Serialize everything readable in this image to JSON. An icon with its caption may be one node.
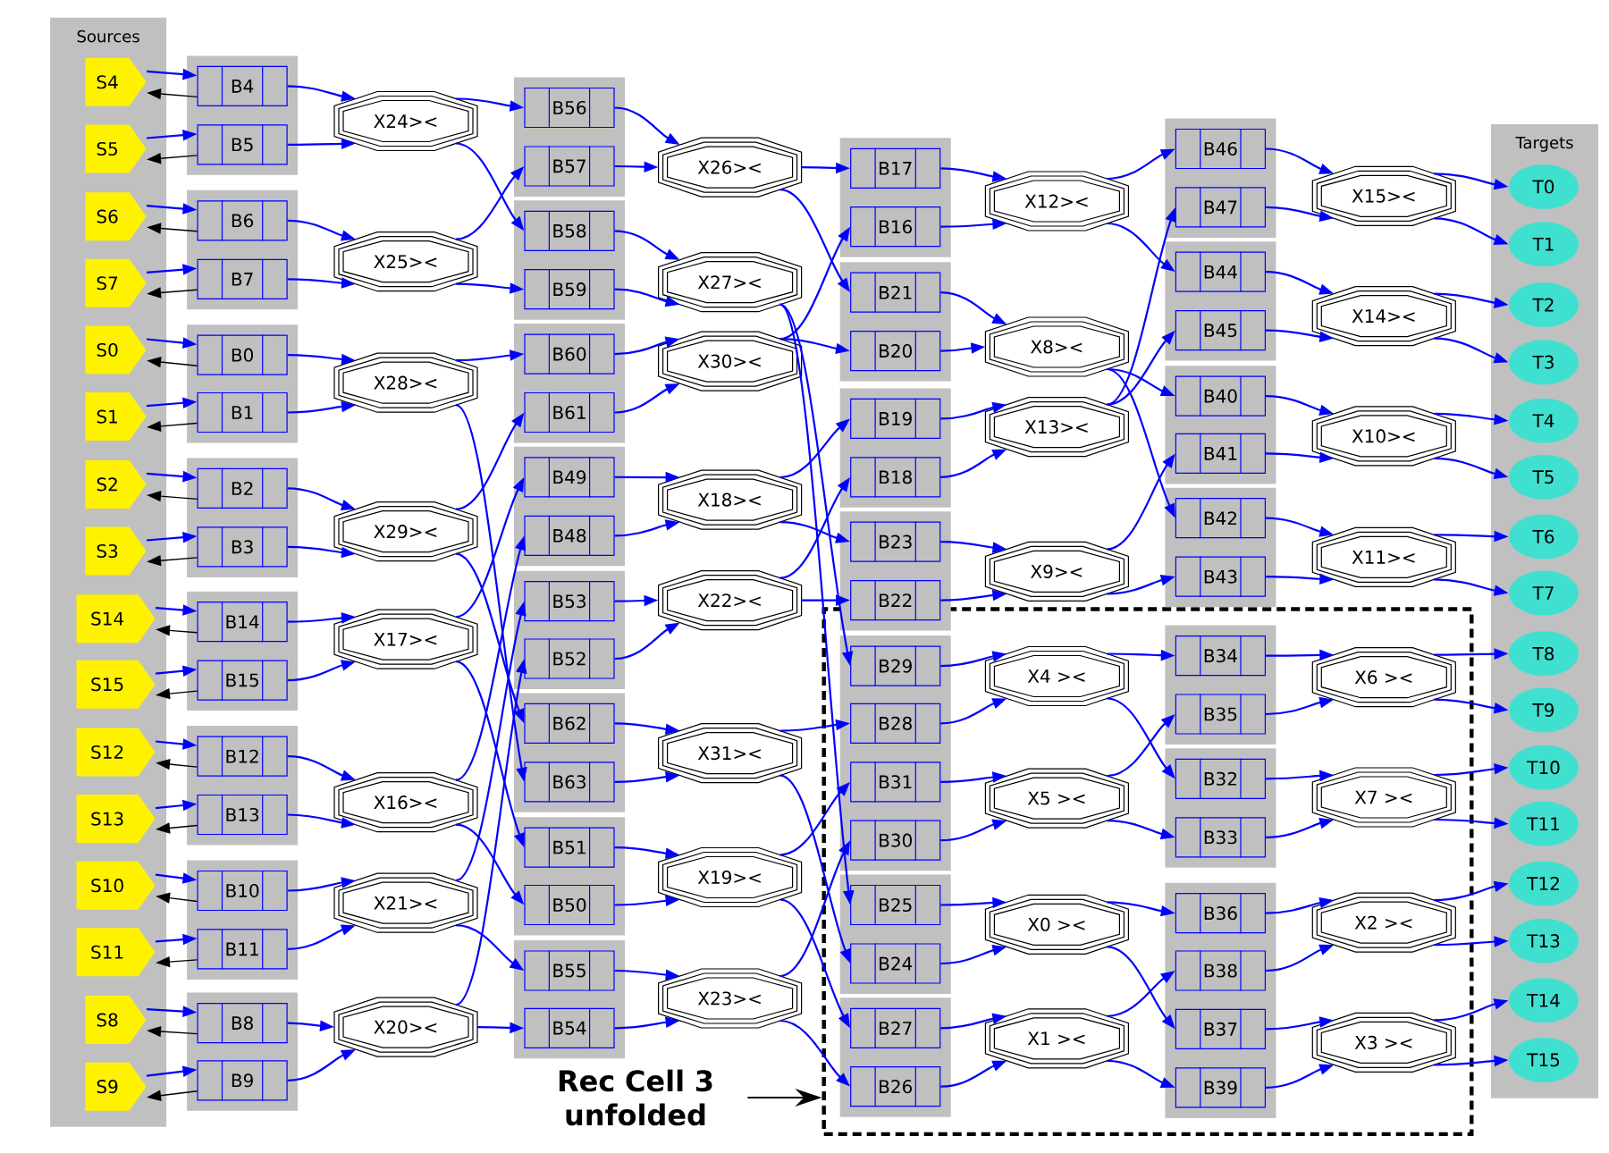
{
  "diagram": {
    "nodes": [
      {
        "text": [
          "Sources"
        ]
      },
      {
        "text": [
          "S4"
        ],
        "in": 0
      },
      {
        "text": [
          "S5"
        ],
        "in": 0
      },
      {
        "text": [
          "S6"
        ],
        "in": 0
      },
      {
        "text": [
          "S7"
        ],
        "in": 0
      },
      {
        "text": [
          "S0"
        ],
        "in": 0
      },
      {
        "text": [
          "S1"
        ],
        "in": 0
      },
      {
        "text": [
          "S2"
        ],
        "in": 0
      },
      {
        "text": [
          "S3"
        ],
        "in": 0
      },
      {
        "text": [
          "S14"
        ],
        "in": 0
      },
      {
        "text": [
          "S15"
        ],
        "in": 0
      },
      {
        "text": [
          "S12"
        ],
        "in": 0
      },
      {
        "text": [
          "S13"
        ],
        "in": 0
      },
      {
        "text": [
          "S10"
        ],
        "in": 0
      },
      {
        "text": [
          "S11"
        ],
        "in": 0
      },
      {
        "text": [
          "S8"
        ],
        "in": 0
      },
      {
        "text": [
          "S9"
        ],
        "in": 0
      },
      {
        "text": [],
        "shape": "box"
      },
      {
        "text": [
          "B4"
        ],
        "in": 17
      },
      {
        "text": [
          "B5"
        ],
        "in": 17
      },
      {
        "text": [],
        "shape": "box"
      },
      {
        "text": [
          "B6"
        ],
        "in": 20
      },
      {
        "text": [
          "B7"
        ],
        "in": 20
      },
      {
        "text": [],
        "shape": "box"
      },
      {
        "text": [
          "B0"
        ],
        "in": 23
      },
      {
        "text": [
          "B1"
        ],
        "in": 23
      },
      {
        "text": [],
        "shape": "box"
      },
      {
        "text": [
          "B2"
        ],
        "in": 26
      },
      {
        "text": [
          "B3"
        ],
        "in": 26
      },
      {
        "text": [],
        "shape": "box"
      },
      {
        "text": [
          "B14"
        ],
        "in": 29
      },
      {
        "text": [
          "B15"
        ],
        "in": 29
      },
      {
        "text": [],
        "shape": "box"
      },
      {
        "text": [
          "B12"
        ],
        "in": 32
      },
      {
        "text": [
          "B13"
        ],
        "in": 32
      },
      {
        "text": [],
        "shape": "box"
      },
      {
        "text": [
          "B10"
        ],
        "in": 35
      },
      {
        "text": [
          "B11"
        ],
        "in": 35
      },
      {
        "text": [],
        "shape": "box"
      },
      {
        "text": [
          "B8"
        ],
        "in": 38
      },
      {
        "text": [
          "B9"
        ],
        "in": 38
      },
      {
        "text": [
          "X24><"
        ]
      },
      {
        "text": [
          "X25><"
        ]
      },
      {
        "text": [
          "X28><"
        ]
      },
      {
        "text": [
          "X29><"
        ]
      },
      {
        "text": [
          "X17><"
        ]
      },
      {
        "text": [
          "X16><"
        ]
      },
      {
        "text": [
          "X21><"
        ]
      },
      {
        "text": [
          "X20><"
        ]
      },
      {
        "text": [],
        "shape": "box"
      },
      {
        "text": [
          "B56"
        ],
        "in": 49
      },
      {
        "text": [
          "B57"
        ],
        "in": 49
      },
      {
        "text": [],
        "shape": "box"
      },
      {
        "text": [
          "B58"
        ],
        "in": 52
      },
      {
        "text": [
          "B59"
        ],
        "in": 52
      },
      {
        "text": [],
        "shape": "box"
      },
      {
        "text": [
          "B60"
        ],
        "in": 55
      },
      {
        "text": [
          "B61"
        ],
        "in": 55
      },
      {
        "text": [],
        "shape": "box"
      },
      {
        "text": [
          "B49"
        ],
        "in": 58
      },
      {
        "text": [
          "B48"
        ],
        "in": 58
      },
      {
        "text": [],
        "shape": "box"
      },
      {
        "text": [
          "B53"
        ],
        "in": 61
      },
      {
        "text": [
          "B52"
        ],
        "in": 61
      },
      {
        "text": [],
        "shape": "box"
      },
      {
        "text": [
          "B62"
        ],
        "in": 64
      },
      {
        "text": [
          "B63"
        ],
        "in": 64
      },
      {
        "text": [],
        "shape": "box"
      },
      {
        "text": [
          "B51"
        ],
        "in": 67
      },
      {
        "text": [
          "B50"
        ],
        "in": 67
      },
      {
        "text": [],
        "shape": "box"
      },
      {
        "text": [
          "B55"
        ],
        "in": 70
      },
      {
        "text": [
          "B54"
        ],
        "in": 70
      },
      {
        "text": [
          "X26><"
        ]
      },
      {
        "text": [
          "X27><"
        ]
      },
      {
        "text": [
          "X30><"
        ]
      },
      {
        "text": [
          "X18><"
        ]
      },
      {
        "text": [
          "X22><"
        ]
      },
      {
        "text": [
          "X31><"
        ]
      },
      {
        "text": [
          "X19><"
        ]
      },
      {
        "text": [
          "X23><"
        ]
      },
      {
        "text": [],
        "shape": "frame"
      },
      {
        "text": [],
        "shape": "box"
      },
      {
        "text": [
          "B17"
        ],
        "in": 82
      },
      {
        "text": [
          "B16"
        ],
        "in": 82
      },
      {
        "text": [],
        "shape": "box"
      },
      {
        "text": [
          "B21"
        ],
        "in": 85
      },
      {
        "text": [
          "B20"
        ],
        "in": 85
      },
      {
        "text": [],
        "shape": "box"
      },
      {
        "text": [
          "B19"
        ],
        "in": 88
      },
      {
        "text": [
          "B18"
        ],
        "in": 88
      },
      {
        "text": [],
        "shape": "box"
      },
      {
        "text": [
          "B23"
        ],
        "in": 91
      },
      {
        "text": [
          "B22"
        ],
        "in": 91
      },
      {
        "text": [],
        "shape": "box",
        "in": 81
      },
      {
        "text": [
          "B29"
        ],
        "in": 94
      },
      {
        "text": [
          "B28"
        ],
        "in": 94
      },
      {
        "text": [
          "B31"
        ],
        "in": 94
      },
      {
        "text": [
          "B30"
        ],
        "in": 94
      },
      {
        "text": [],
        "shape": "box",
        "in": 81
      },
      {
        "text": [
          "B25"
        ],
        "in": 99
      },
      {
        "text": [
          "B24"
        ],
        "in": 99
      },
      {
        "text": [],
        "shape": "box",
        "in": 81
      },
      {
        "text": [
          "B27"
        ],
        "in": 102
      },
      {
        "text": [
          "B26"
        ],
        "in": 102
      },
      {
        "text": [
          "X12><"
        ]
      },
      {
        "text": [
          "X8><"
        ]
      },
      {
        "text": [
          "X13><"
        ]
      },
      {
        "text": [
          "X9><"
        ]
      },
      {
        "text": [
          "X4 ><"
        ],
        "in": 81
      },
      {
        "text": [
          "X5 ><"
        ],
        "in": 81
      },
      {
        "text": [
          "X0 ><"
        ],
        "in": 81
      },
      {
        "text": [
          "X1 ><"
        ],
        "in": 81
      },
      {
        "text": [],
        "shape": "box"
      },
      {
        "text": [
          "B46"
        ],
        "in": 113
      },
      {
        "text": [
          "B47"
        ],
        "in": 113
      },
      {
        "text": [],
        "shape": "box"
      },
      {
        "text": [
          "B44"
        ],
        "in": 116
      },
      {
        "text": [
          "B45"
        ],
        "in": 116
      },
      {
        "text": [],
        "shape": "box"
      },
      {
        "text": [
          "B40"
        ],
        "in": 119
      },
      {
        "text": [
          "B41"
        ],
        "in": 119
      },
      {
        "text": [],
        "shape": "box"
      },
      {
        "text": [
          "B42"
        ],
        "in": 122
      },
      {
        "text": [
          "B43"
        ],
        "in": 122
      },
      {
        "text": [],
        "shape": "box",
        "in": 81
      },
      {
        "text": [
          "B34"
        ],
        "in": 125
      },
      {
        "text": [
          "B35"
        ],
        "in": 125
      },
      {
        "text": [],
        "shape": "box",
        "in": 81
      },
      {
        "text": [
          "B32"
        ],
        "in": 128
      },
      {
        "text": [
          "B33"
        ],
        "in": 128
      },
      {
        "text": [],
        "shape": "box",
        "in": 81
      },
      {
        "text": [
          "B36"
        ],
        "in": 131
      },
      {
        "text": [
          "B38"
        ],
        "in": 131
      },
      {
        "text": [
          "B37"
        ],
        "in": 131
      },
      {
        "text": [
          "B39"
        ],
        "in": 131
      },
      {
        "text": [
          "X15><"
        ]
      },
      {
        "text": [
          "X14><"
        ]
      },
      {
        "text": [
          "X10><"
        ]
      },
      {
        "text": [
          "X11><"
        ]
      },
      {
        "text": [
          "X6 ><"
        ],
        "in": 81
      },
      {
        "text": [
          "X7 ><"
        ],
        "in": 81
      },
      {
        "text": [
          "X2 ><"
        ],
        "in": 81
      },
      {
        "text": [
          "X3 ><"
        ],
        "in": 81
      },
      {
        "text": [
          "Targets"
        ]
      },
      {
        "text": [
          "T0"
        ],
        "in": 144
      },
      {
        "text": [
          "T1"
        ],
        "in": 144
      },
      {
        "text": [
          "T2"
        ],
        "in": 144
      },
      {
        "text": [
          "T3"
        ],
        "in": 144
      },
      {
        "text": [
          "T4"
        ],
        "in": 144
      },
      {
        "text": [
          "T5"
        ],
        "in": 144
      },
      {
        "text": [
          "T6"
        ],
        "in": 144
      },
      {
        "text": [
          "T7"
        ],
        "in": 144
      },
      {
        "text": [
          "T8"
        ],
        "in": 144
      },
      {
        "text": [
          "T9"
        ],
        "in": 144
      },
      {
        "text": [
          "T10"
        ],
        "in": 144
      },
      {
        "text": [
          "T11"
        ],
        "in": 144
      },
      {
        "text": [
          "T12"
        ],
        "in": 144
      },
      {
        "text": [
          "T13"
        ],
        "in": 144
      },
      {
        "text": [
          "T14"
        ],
        "in": 144
      },
      {
        "text": [
          "T15"
        ],
        "in": 144
      },
      {
        "text": [
          "Rec Cell 3 unfolded"
        ]
      }
    ],
    "edges": [
      {
        "from": 1,
        "to": 18,
        "arrow": "to"
      },
      {
        "from": 18,
        "to": 1,
        "arrow": "to",
        "color": "#000000"
      },
      {
        "from": 2,
        "to": 19,
        "arrow": "to"
      },
      {
        "from": 19,
        "to": 2,
        "arrow": "to",
        "color": "#000000"
      },
      {
        "from": 3,
        "to": 21,
        "arrow": "to"
      },
      {
        "from": 21,
        "to": 3,
        "arrow": "to",
        "color": "#000000"
      },
      {
        "from": 4,
        "to": 22,
        "arrow": "to"
      },
      {
        "from": 22,
        "to": 4,
        "arrow": "to",
        "color": "#000000"
      },
      {
        "from": 5,
        "to": 24,
        "arrow": "to"
      },
      {
        "from": 24,
        "to": 5,
        "arrow": "to",
        "color": "#000000"
      },
      {
        "from": 6,
        "to": 25,
        "arrow": "to"
      },
      {
        "from": 25,
        "to": 6,
        "arrow": "to",
        "color": "#000000"
      },
      {
        "from": 7,
        "to": 27,
        "arrow": "to"
      },
      {
        "from": 27,
        "to": 7,
        "arrow": "to",
        "color": "#000000"
      },
      {
        "from": 8,
        "to": 28,
        "arrow": "to"
      },
      {
        "from": 28,
        "to": 8,
        "arrow": "to",
        "color": "#000000"
      },
      {
        "from": 9,
        "to": 30,
        "arrow": "to"
      },
      {
        "from": 30,
        "to": 9,
        "arrow": "to",
        "color": "#000000"
      },
      {
        "from": 10,
        "to": 31,
        "arrow": "to"
      },
      {
        "from": 31,
        "to": 10,
        "arrow": "to",
        "color": "#000000"
      },
      {
        "from": 11,
        "to": 33,
        "arrow": "to"
      },
      {
        "from": 33,
        "to": 11,
        "arrow": "to",
        "color": "#000000"
      },
      {
        "from": 12,
        "to": 34,
        "arrow": "to"
      },
      {
        "from": 34,
        "to": 12,
        "arrow": "to",
        "color": "#000000"
      },
      {
        "from": 13,
        "to": 36,
        "arrow": "to"
      },
      {
        "from": 36,
        "to": 13,
        "arrow": "to",
        "color": "#000000"
      },
      {
        "from": 14,
        "to": 37,
        "arrow": "to"
      },
      {
        "from": 37,
        "to": 14,
        "arrow": "to",
        "color": "#000000"
      },
      {
        "from": 15,
        "to": 39,
        "arrow": "to"
      },
      {
        "from": 39,
        "to": 15,
        "arrow": "to",
        "color": "#000000"
      },
      {
        "from": 16,
        "to": 40,
        "arrow": "to"
      },
      {
        "from": 40,
        "to": 16,
        "arrow": "to",
        "color": "#000000"
      },
      {
        "from": 18,
        "to": 41,
        "arrow": "to"
      },
      {
        "from": 19,
        "to": 41,
        "arrow": "to"
      },
      {
        "from": 21,
        "to": 42,
        "arrow": "to"
      },
      {
        "from": 22,
        "to": 42,
        "arrow": "to"
      },
      {
        "from": 24,
        "to": 43,
        "arrow": "to"
      },
      {
        "from": 25,
        "to": 43,
        "arrow": "to"
      },
      {
        "from": 27,
        "to": 44,
        "arrow": "to"
      },
      {
        "from": 28,
        "to": 44,
        "arrow": "to"
      },
      {
        "from": 30,
        "to": 45,
        "arrow": "to"
      },
      {
        "from": 31,
        "to": 45,
        "arrow": "to"
      },
      {
        "from": 33,
        "to": 46,
        "arrow": "to"
      },
      {
        "from": 34,
        "to": 46,
        "arrow": "to"
      },
      {
        "from": 36,
        "to": 47,
        "arrow": "to"
      },
      {
        "from": 37,
        "to": 47,
        "arrow": "to"
      },
      {
        "from": 39,
        "to": 48,
        "arrow": "to"
      },
      {
        "from": 40,
        "to": 48,
        "arrow": "to"
      },
      {
        "from": 41,
        "to": 50,
        "arrow": "to"
      },
      {
        "from": 41,
        "to": 53,
        "arrow": "to"
      },
      {
        "from": 42,
        "to": 51,
        "arrow": "to"
      },
      {
        "from": 42,
        "to": 54,
        "arrow": "to"
      },
      {
        "from": 43,
        "to": 56,
        "arrow": "to"
      },
      {
        "from": 43,
        "to": 66,
        "arrow": "to"
      },
      {
        "from": 44,
        "to": 57,
        "arrow": "to"
      },
      {
        "from": 44,
        "to": 65,
        "arrow": "to"
      },
      {
        "from": 45,
        "to": 59,
        "arrow": "to"
      },
      {
        "from": 45,
        "to": 68,
        "arrow": "to"
      },
      {
        "from": 46,
        "to": 60,
        "arrow": "to"
      },
      {
        "from": 46,
        "to": 69,
        "arrow": "to"
      },
      {
        "from": 47,
        "to": 62,
        "arrow": "to"
      },
      {
        "from": 47,
        "to": 71,
        "arrow": "to"
      },
      {
        "from": 48,
        "to": 63,
        "arrow": "to"
      },
      {
        "from": 48,
        "to": 72,
        "arrow": "to"
      },
      {
        "from": 50,
        "to": 73,
        "arrow": "to"
      },
      {
        "from": 51,
        "to": 73,
        "arrow": "to"
      },
      {
        "from": 53,
        "to": 74,
        "arrow": "to"
      },
      {
        "from": 54,
        "to": 74,
        "arrow": "to"
      },
      {
        "from": 56,
        "to": 75,
        "arrow": "to"
      },
      {
        "from": 57,
        "to": 75,
        "arrow": "to"
      },
      {
        "from": 59,
        "to": 76,
        "arrow": "to"
      },
      {
        "from": 60,
        "to": 76,
        "arrow": "to"
      },
      {
        "from": 62,
        "to": 77,
        "arrow": "to"
      },
      {
        "from": 63,
        "to": 77,
        "arrow": "to"
      },
      {
        "from": 65,
        "to": 78,
        "arrow": "to"
      },
      {
        "from": 66,
        "to": 78,
        "arrow": "to"
      },
      {
        "from": 68,
        "to": 79,
        "arrow": "to"
      },
      {
        "from": 69,
        "to": 79,
        "arrow": "to"
      },
      {
        "from": 71,
        "to": 80,
        "arrow": "to"
      },
      {
        "from": 72,
        "to": 80,
        "arrow": "to"
      },
      {
        "from": 73,
        "to": 83,
        "arrow": "to"
      },
      {
        "from": 73,
        "to": 86,
        "arrow": "to"
      },
      {
        "from": 74,
        "to": 95,
        "arrow": "to"
      },
      {
        "from": 74,
        "to": 100,
        "arrow": "to"
      },
      {
        "from": 75,
        "to": 87,
        "arrow": "to"
      },
      {
        "from": 75,
        "to": 84,
        "arrow": "to"
      },
      {
        "from": 76,
        "to": 89,
        "arrow": "to"
      },
      {
        "from": 76,
        "to": 92,
        "arrow": "to"
      },
      {
        "from": 77,
        "to": 93,
        "arrow": "to"
      },
      {
        "from": 77,
        "to": 90,
        "arrow": "to"
      },
      {
        "from": 78,
        "to": 96,
        "arrow": "to"
      },
      {
        "from": 78,
        "to": 101,
        "arrow": "to"
      },
      {
        "from": 79,
        "to": 97,
        "arrow": "to"
      },
      {
        "from": 79,
        "to": 103,
        "arrow": "to"
      },
      {
        "from": 80,
        "to": 98,
        "arrow": "to"
      },
      {
        "from": 80,
        "to": 104,
        "arrow": "to"
      },
      {
        "from": 83,
        "to": 105,
        "arrow": "to"
      },
      {
        "from": 84,
        "to": 105,
        "arrow": "to"
      },
      {
        "from": 86,
        "to": 106,
        "arrow": "to"
      },
      {
        "from": 87,
        "to": 106,
        "arrow": "to"
      },
      {
        "from": 89,
        "to": 107,
        "arrow": "to"
      },
      {
        "from": 90,
        "to": 107,
        "arrow": "to"
      },
      {
        "from": 92,
        "to": 108,
        "arrow": "to"
      },
      {
        "from": 93,
        "to": 108,
        "arrow": "to"
      },
      {
        "from": 95,
        "to": 109,
        "arrow": "to"
      },
      {
        "from": 96,
        "to": 109,
        "arrow": "to"
      },
      {
        "from": 97,
        "to": 110,
        "arrow": "to"
      },
      {
        "from": 98,
        "to": 110,
        "arrow": "to"
      },
      {
        "from": 100,
        "to": 111,
        "arrow": "to"
      },
      {
        "from": 101,
        "to": 111,
        "arrow": "to"
      },
      {
        "from": 103,
        "to": 112,
        "arrow": "to"
      },
      {
        "from": 104,
        "to": 112,
        "arrow": "to"
      },
      {
        "from": 105,
        "to": 114,
        "arrow": "to"
      },
      {
        "from": 105,
        "to": 117,
        "arrow": "to"
      },
      {
        "from": 106,
        "to": 120,
        "arrow": "to"
      },
      {
        "from": 106,
        "to": 123,
        "arrow": "to"
      },
      {
        "from": 107,
        "to": 115,
        "arrow": "to"
      },
      {
        "from": 107,
        "to": 118,
        "arrow": "to"
      },
      {
        "from": 108,
        "to": 121,
        "arrow": "to"
      },
      {
        "from": 108,
        "to": 124,
        "arrow": "to"
      },
      {
        "from": 109,
        "to": 126,
        "arrow": "to"
      },
      {
        "from": 109,
        "to": 129,
        "arrow": "to"
      },
      {
        "from": 110,
        "to": 127,
        "arrow": "to"
      },
      {
        "from": 110,
        "to": 130,
        "arrow": "to"
      },
      {
        "from": 111,
        "to": 132,
        "arrow": "to"
      },
      {
        "from": 111,
        "to": 134,
        "arrow": "to"
      },
      {
        "from": 112,
        "to": 133,
        "arrow": "to"
      },
      {
        "from": 112,
        "to": 135,
        "arrow": "to"
      },
      {
        "from": 114,
        "to": 136,
        "arrow": "to"
      },
      {
        "from": 115,
        "to": 136,
        "arrow": "to"
      },
      {
        "from": 117,
        "to": 137,
        "arrow": "to"
      },
      {
        "from": 118,
        "to": 137,
        "arrow": "to"
      },
      {
        "from": 120,
        "to": 138,
        "arrow": "to"
      },
      {
        "from": 121,
        "to": 138,
        "arrow": "to"
      },
      {
        "from": 123,
        "to": 139,
        "arrow": "to"
      },
      {
        "from": 124,
        "to": 139,
        "arrow": "to"
      },
      {
        "from": 126,
        "to": 140,
        "arrow": "to"
      },
      {
        "from": 127,
        "to": 140,
        "arrow": "to"
      },
      {
        "from": 129,
        "to": 141,
        "arrow": "to"
      },
      {
        "from": 130,
        "to": 141,
        "arrow": "to"
      },
      {
        "from": 132,
        "to": 142,
        "arrow": "to"
      },
      {
        "from": 133,
        "to": 142,
        "arrow": "to"
      },
      {
        "from": 134,
        "to": 143,
        "arrow": "to"
      },
      {
        "from": 135,
        "to": 143,
        "arrow": "to"
      },
      {
        "from": 136,
        "to": 145,
        "arrow": "to"
      },
      {
        "from": 136,
        "to": 146,
        "arrow": "to"
      },
      {
        "from": 137,
        "to": 147,
        "arrow": "to"
      },
      {
        "from": 137,
        "to": 148,
        "arrow": "to"
      },
      {
        "from": 138,
        "to": 149,
        "arrow": "to"
      },
      {
        "from": 138,
        "to": 150,
        "arrow": "to"
      },
      {
        "from": 139,
        "to": 151,
        "arrow": "to"
      },
      {
        "from": 139,
        "to": 152,
        "arrow": "to"
      },
      {
        "from": 140,
        "to": 153,
        "arrow": "to"
      },
      {
        "from": 140,
        "to": 154,
        "arrow": "to"
      },
      {
        "from": 141,
        "to": 155,
        "arrow": "to"
      },
      {
        "from": 141,
        "to": 156,
        "arrow": "to"
      },
      {
        "from": 142,
        "to": 157,
        "arrow": "to"
      },
      {
        "from": 142,
        "to": 158,
        "arrow": "to"
      },
      {
        "from": 143,
        "to": 159,
        "arrow": "to"
      },
      {
        "from": 143,
        "to": 160,
        "arrow": "to"
      },
      {
        "from": 161,
        "to": 81,
        "arrow": "to",
        "color": "#000000"
      }
    ]
  }
}
